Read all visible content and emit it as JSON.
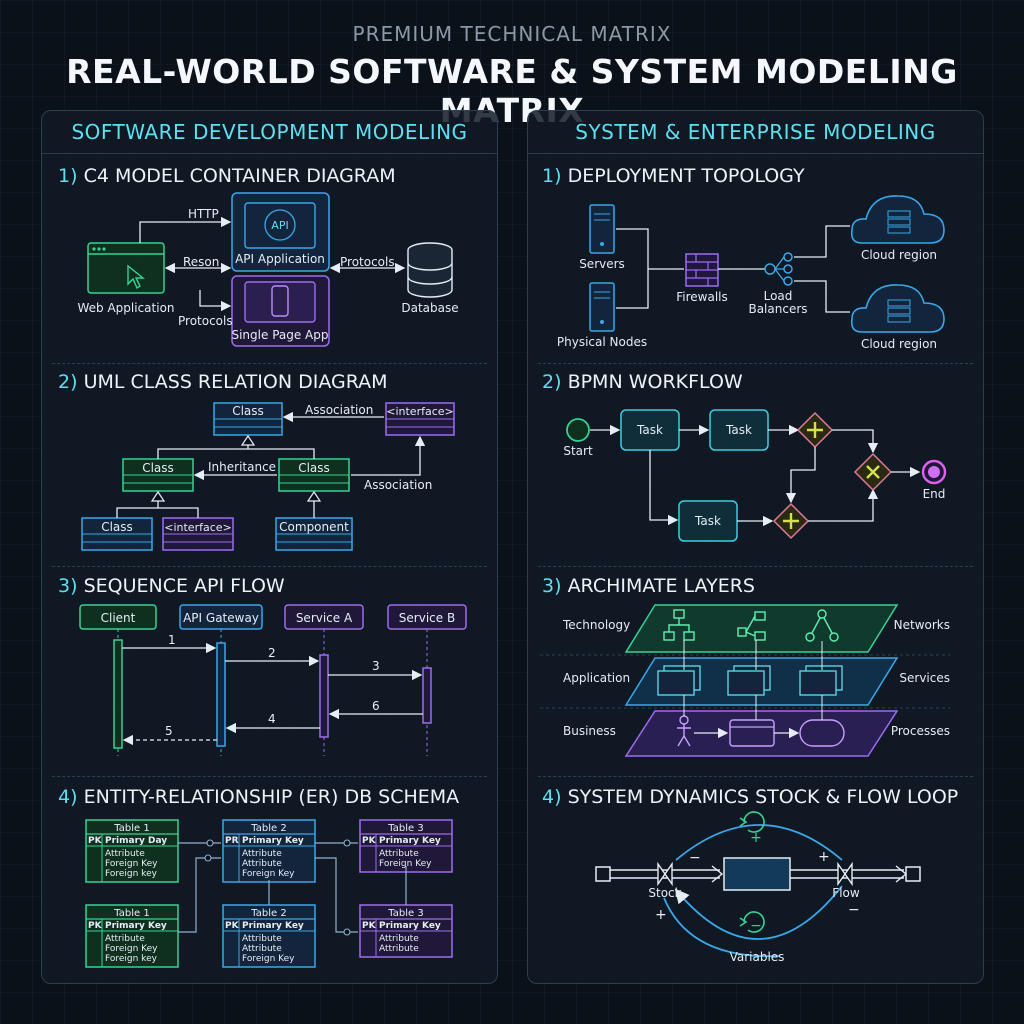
{
  "header": {
    "subtitle": "PREMIUM TECHNICAL MATRIX",
    "title": "REAL-WORLD SOFTWARE & SYSTEM MODELING MATRIX"
  },
  "left": {
    "heading": "SOFTWARE DEVELOPMENT MODELING",
    "c4": {
      "num": "1)",
      "title": "C4 MODEL CONTAINER DIAGRAM",
      "http": "HTTP",
      "reson": "Reson",
      "protocols_left": "Protocols",
      "protocols_right": "Protocols",
      "web_app": "Web Application",
      "api_app": "API Application",
      "api_badge": "API",
      "spa": "Single Page App",
      "database": "Database"
    },
    "uml": {
      "num": "2)",
      "title": "UML CLASS RELATION DIAGRAM",
      "class_top": "Class",
      "association_top": "Association",
      "interface_top": "<interface>",
      "class_left": "Class",
      "inheritance": "Inheritance",
      "class_right": "Class",
      "association_right": "Association",
      "class_bottom": "Class",
      "interface_bottom": "<interface>",
      "component": "Component"
    },
    "seq": {
      "num": "3)",
      "title": "SEQUENCE API FLOW",
      "actors": [
        "Client",
        "API Gateway",
        "Service A",
        "Service B"
      ],
      "msg1": "1",
      "msg2": "2",
      "msg3": "3",
      "msg4": "4",
      "msg5": "5",
      "msg6": "6"
    },
    "er": {
      "num": "4)",
      "title": "ENTITY-RELATIONSHIP (ER) DB SCHEMA",
      "tables": [
        {
          "name": "Table 1",
          "pk": "PK",
          "key": "Primary Day",
          "rows": [
            "Attribute",
            "Foreign Key",
            "Foreign key"
          ]
        },
        {
          "name": "Table 2",
          "pk": "PR",
          "key": "Primary Key",
          "rows": [
            "Attribute",
            "Attribute",
            "Foreign Key"
          ]
        },
        {
          "name": "Table 3",
          "pk": "PK",
          "key": "Primary Key",
          "rows": [
            "Attribute",
            "Foreign Key"
          ]
        },
        {
          "name": "Table 1",
          "pk": "PK",
          "key": "Primary Key",
          "rows": [
            "Attribute",
            "Foreign Key",
            "Foreign key"
          ]
        },
        {
          "name": "Table 2",
          "pk": "PK",
          "key": "Primary Key",
          "rows": [
            "Attribute",
            "Attribute",
            "Foreign Key"
          ]
        },
        {
          "name": "Table 3",
          "pk": "PK",
          "key": "Primary Key",
          "rows": [
            "Attribute",
            "Attribute"
          ]
        }
      ]
    }
  },
  "right": {
    "heading": "SYSTEM & ENTERPRISE MODELING",
    "deploy": {
      "num": "1)",
      "title": "DEPLOYMENT TOPOLOGY",
      "servers": "Servers",
      "physical": "Physical Nodes",
      "firewalls": "Firewalls",
      "lb1": "Load",
      "lb2": "Balancers",
      "cloud1": "Cloud region",
      "cloud2": "Cloud region"
    },
    "bpmn": {
      "num": "2)",
      "title": "BPMN WORKFLOW",
      "start": "Start",
      "task1": "Task",
      "task2": "Task",
      "task3": "Task",
      "end": "End"
    },
    "archimate": {
      "num": "3)",
      "title": "ARCHIMATE LAYERS",
      "technology": "Technology",
      "networks": "Networks",
      "application": "Application",
      "services": "Services",
      "business": "Business",
      "processes": "Processes"
    },
    "sd": {
      "num": "4)",
      "title": "SYSTEM DYNAMICS STOCK & FLOW LOOP",
      "stock": "Stock",
      "flow": "Flow",
      "variables": "Variables",
      "minus_top": "−",
      "plus_top": "+",
      "plus_left": "+",
      "minus_right": "−",
      "loop_top": "+",
      "loop_bottom": "−"
    }
  },
  "colors": {
    "cyan": "#5ee0f0",
    "blue": "#3aa7e8",
    "green": "#36d392",
    "purple": "#9d6cf0"
  }
}
